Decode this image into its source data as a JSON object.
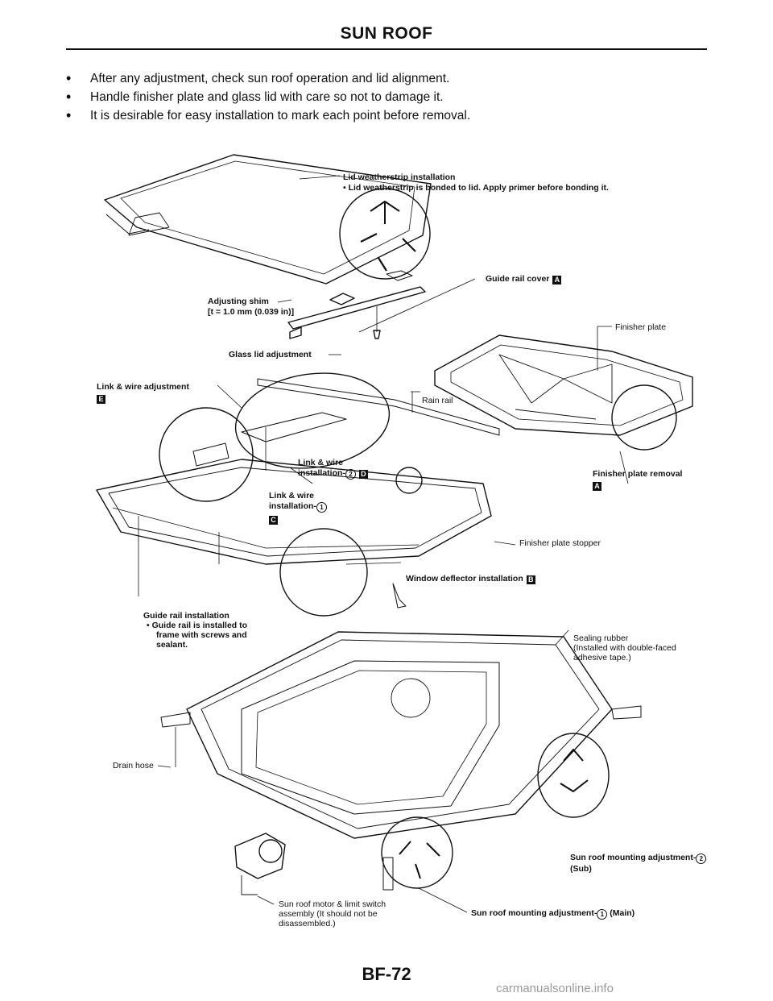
{
  "page_title": "SUN ROOF",
  "notes": [
    "After any adjustment, check sun roof operation and lid alignment.",
    "Handle finisher plate and glass lid with care so not to damage it.",
    "It is desirable for easy installation to mark each point before removal."
  ],
  "labels": {
    "lid_weatherstrip": "Lid weatherstrip installation",
    "lid_weatherstrip_note": "•  Lid weatherstrip is bonded to lid. Apply primer before bonding it.",
    "guide_rail_cover": "Guide rail cover",
    "adjusting_shim": "Adjusting shim",
    "shim_thickness": "[t = 1.0 mm (0.039 in)]",
    "finisher_plate": "Finisher plate",
    "glass_lid_adjustment": "Glass lid adjustment",
    "link_wire_adjustment": "Link & wire adjustment",
    "rain_rail": "Rain rail",
    "link_wire_installation": "Link & wire",
    "installation_2": "installation-",
    "installation_1": "installation-",
    "finisher_plate_removal": "Finisher plate removal",
    "finisher_plate_stopper": "Finisher plate stopper",
    "window_deflector": "Window deflector installation",
    "guide_rail_installation": "Guide rail installation",
    "guide_rail_note_1": "•  Guide rail is installed to",
    "guide_rail_note_2": "frame with screws and",
    "guide_rail_note_3": "sealant.",
    "sealing_rubber": "Sealing rubber",
    "sealing_rubber_note_1": "(Installed with double-faced",
    "sealing_rubber_note_2": "adhesive tape.)",
    "drain_hose": "Drain hose",
    "mounting_sub_1": "Sun roof mounting adjustment-",
    "mounting_sub_2": "(Sub)",
    "motor_1": "Sun roof motor & limit switch",
    "motor_2": "assembly (It should not be",
    "motor_3": "disassembled.)",
    "mounting_main": "Sun roof mounting adjustment-",
    "main": "(Main)"
  },
  "markers": {
    "A": "A",
    "B": "B",
    "C": "C",
    "D": "D",
    "E": "E",
    "one": "1",
    "two": "2"
  },
  "page_number": "BF-72",
  "watermark": "carmanualsonline.info"
}
